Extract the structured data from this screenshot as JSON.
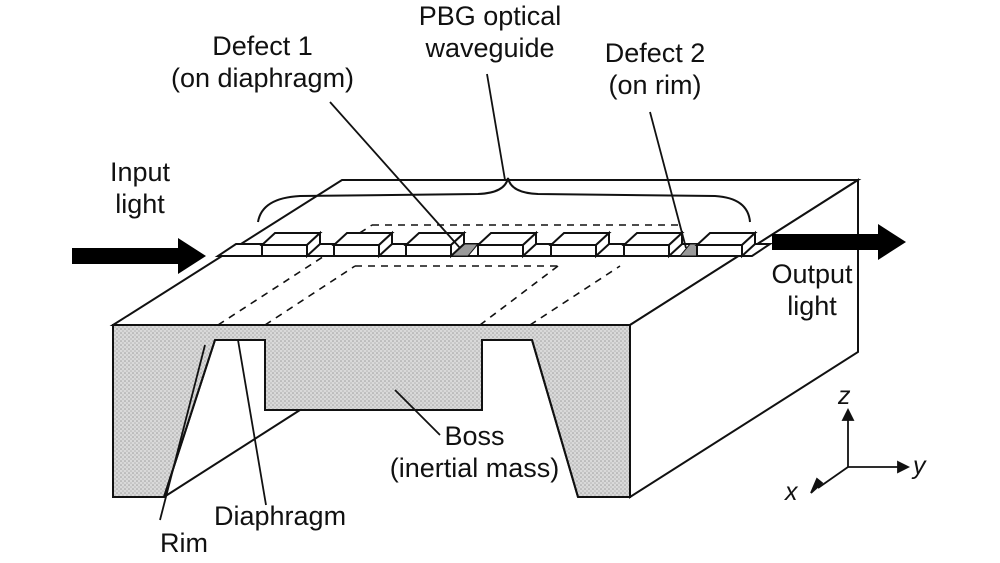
{
  "labels": {
    "defect1": [
      "Defect 1",
      "(on diaphragm)"
    ],
    "pbg": [
      "PBG optical",
      "waveguide"
    ],
    "defect2": [
      "Defect 2",
      "(on rim)"
    ],
    "input": [
      "Input",
      "light"
    ],
    "output": [
      "Output",
      "light"
    ],
    "boss": [
      "Boss",
      "(inertial mass)"
    ],
    "diaphragm": "Diaphragm",
    "rim": "Rim"
  },
  "axes": {
    "z": "z",
    "y": "y",
    "x": "x"
  },
  "colors": {
    "hatch": "#cfcfcf",
    "defect": "#9a9a9a",
    "stroke": "#111111",
    "arrow": "#000000"
  },
  "pbg_block_count": 7
}
